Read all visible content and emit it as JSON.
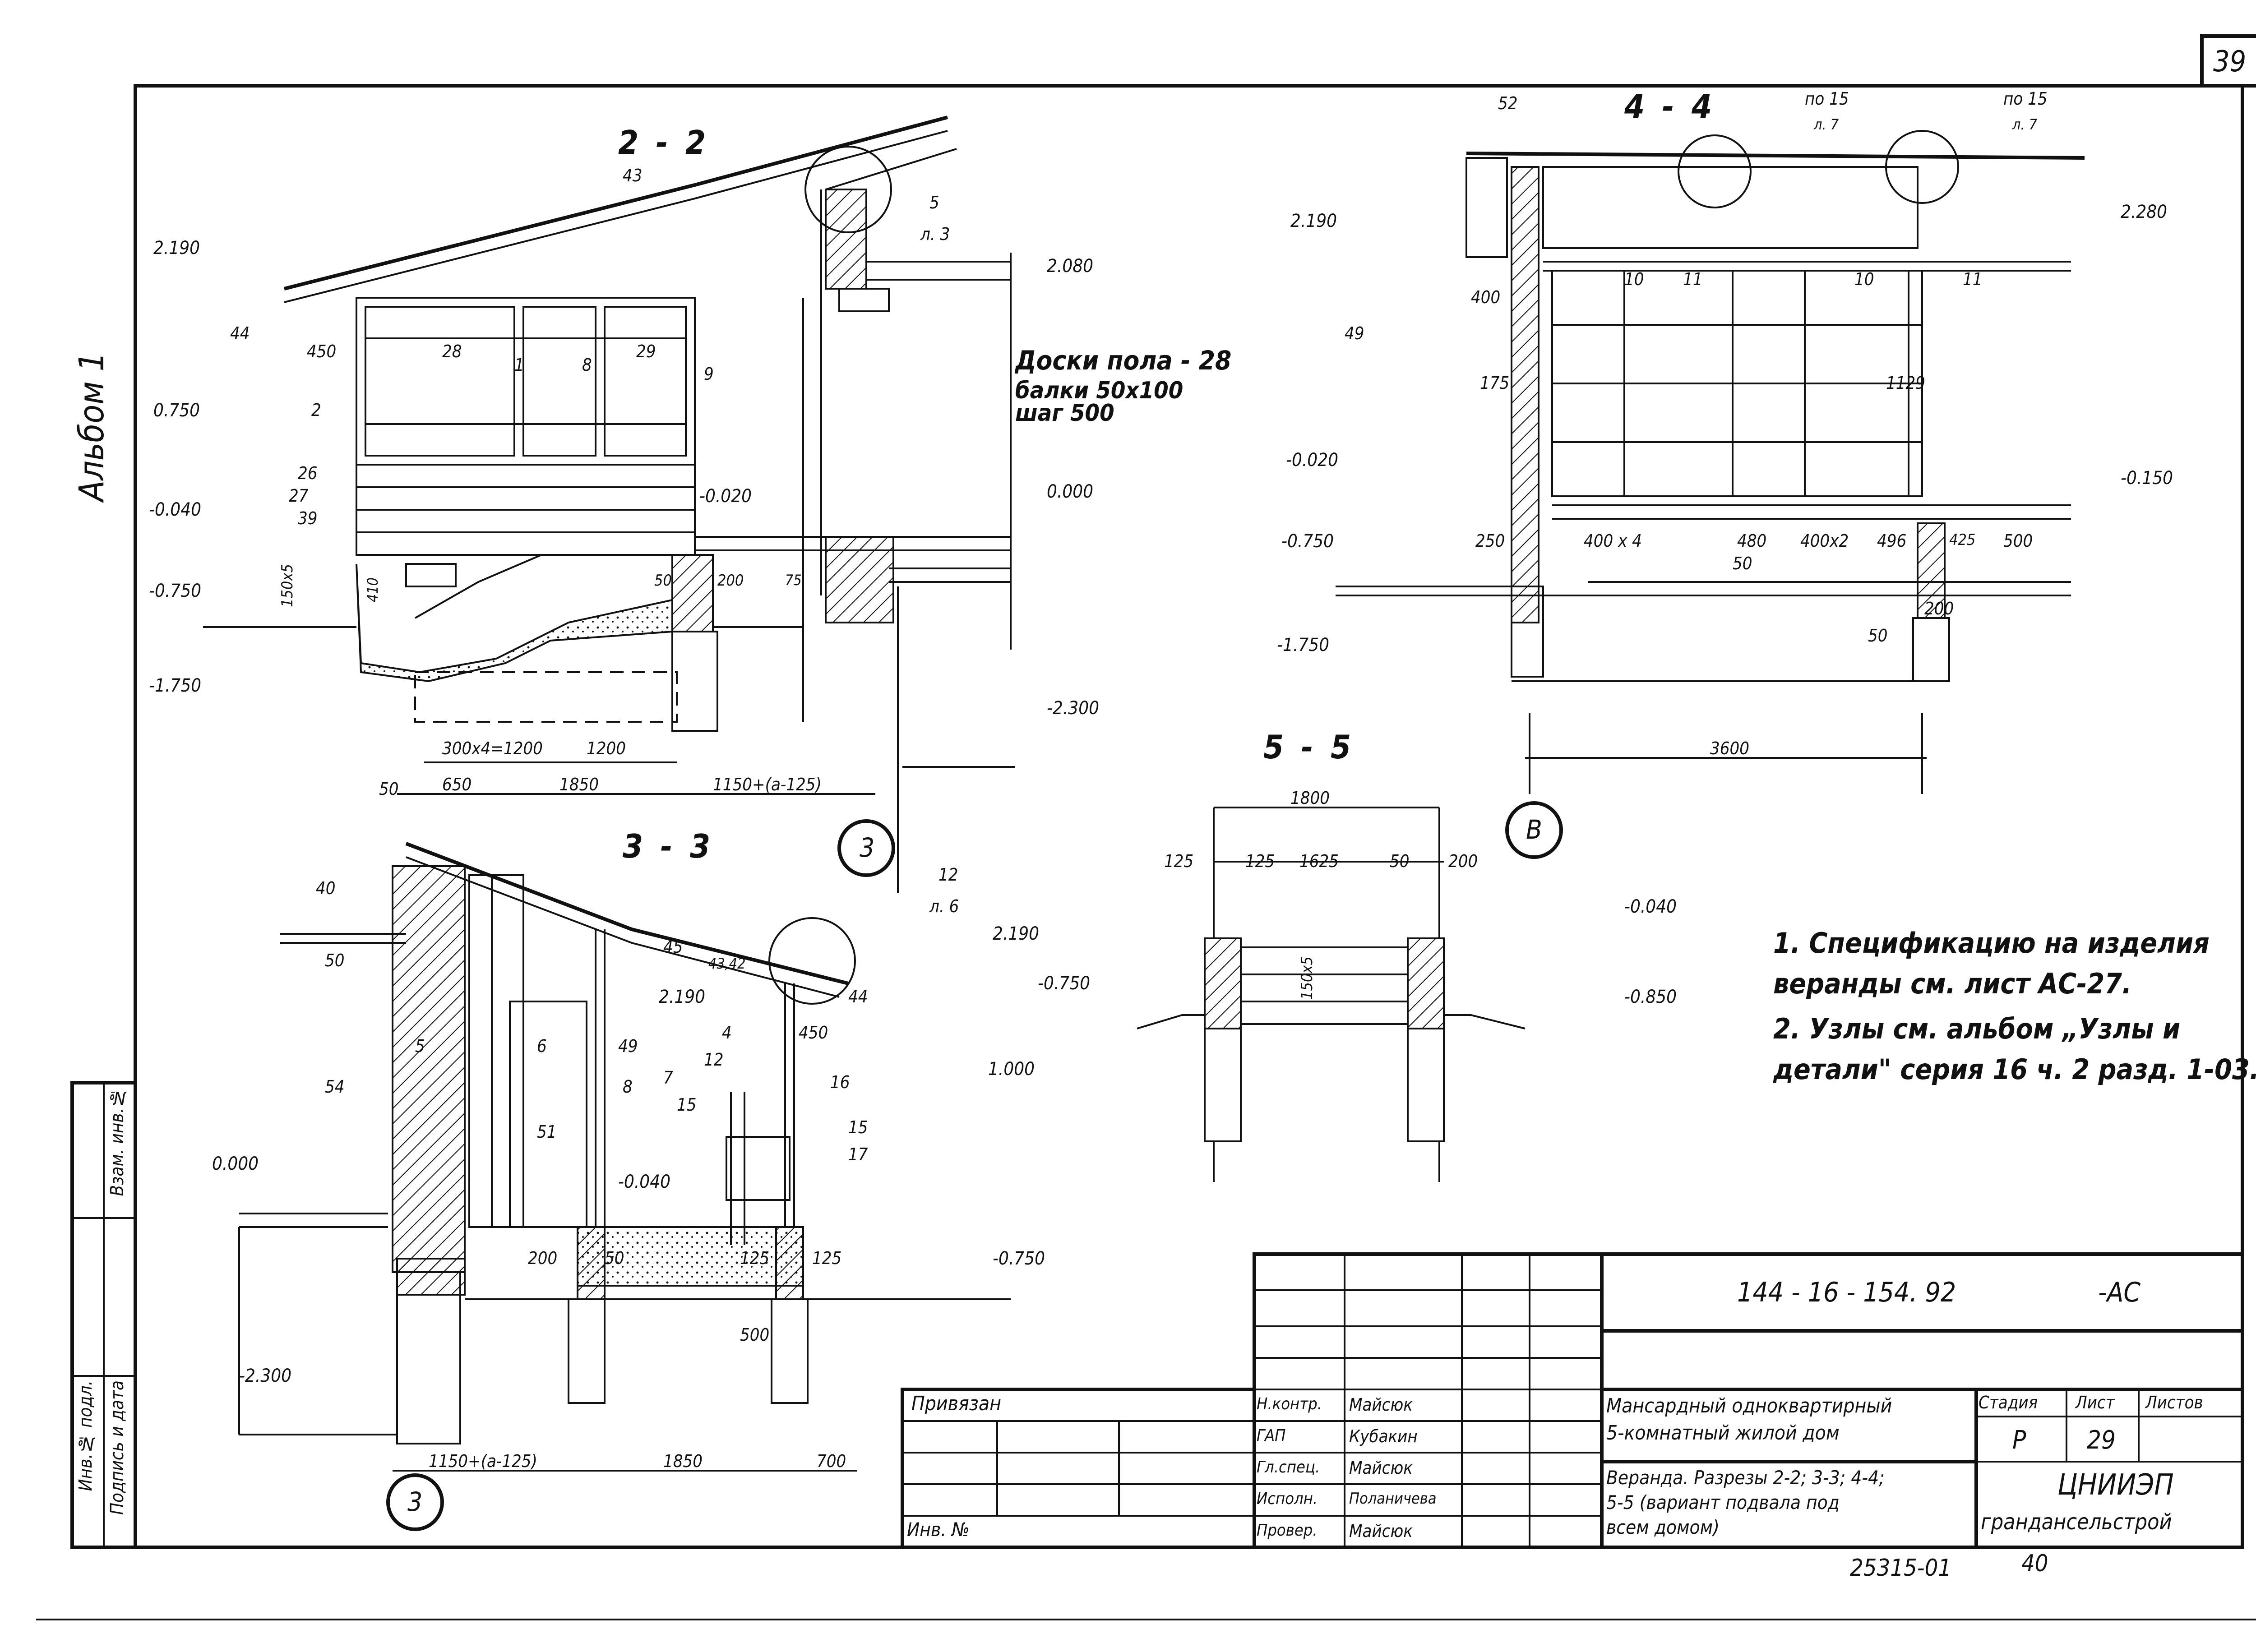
{
  "sheet": {
    "sheet_number": "39",
    "album_label": "Альбом 1",
    "inventory_column": [
      "Инв.№ подл.",
      "Подпись и дата",
      "Взам. инв.№"
    ],
    "inv_no_label": "Инв. №",
    "privyazan": "Привязан",
    "archive_code": "25315-01",
    "archive_sheet": "40"
  },
  "sections": {
    "s22": {
      "title": "2 - 2",
      "levels": [
        "2.190",
        "0.750",
        "-0.040",
        "-0.750",
        "-1.750",
        "2.080",
        "-0.020",
        "0.000",
        "-2.300"
      ],
      "labels": [
        "43",
        "5",
        "л. 3",
        "44",
        "450",
        "28",
        "1",
        "8",
        "29",
        "9",
        "2",
        "26",
        "27",
        "39",
        "150x5",
        "410",
        "50",
        "200",
        "75"
      ],
      "floor_note": [
        "Доски пола - 28",
        "балки 50x100",
        "шаг 500"
      ],
      "dims": [
        "300x4=1200",
        "1200",
        "50",
        "650",
        "1850",
        "1150+(a-125)"
      ],
      "axis": "3"
    },
    "s33": {
      "title": "3 - 3",
      "levels": [
        "0.000",
        "2.190",
        "2.190",
        "1.000",
        "-0.040",
        "-0.750",
        "-2.300"
      ],
      "labels": [
        "40",
        "50",
        "12",
        "л. 6",
        "45",
        "43,42",
        "44",
        "450",
        "5",
        "6",
        "49",
        "4",
        "12",
        "7",
        "8",
        "16",
        "54",
        "51",
        "15",
        "15",
        "17",
        "200",
        "50",
        "125",
        "125",
        "500"
      ],
      "dims": [
        "1150+(a-125)",
        "1850",
        "700"
      ],
      "axis": "3"
    },
    "s44": {
      "title": "4 - 4",
      "levels": [
        "2.190",
        "2.280",
        "-0.020",
        "-0.150",
        "-0.750",
        "-1.750"
      ],
      "labels": [
        "52",
        "по 15",
        "л. 7",
        "по 15",
        "л. 7",
        "400",
        "49",
        "10",
        "11",
        "10",
        "11",
        "175",
        "1129",
        "250",
        "400 x 4",
        "480",
        "50",
        "400x2",
        "496",
        "425",
        "500",
        "200",
        "50"
      ],
      "dims": [
        "3600"
      ],
      "axis": "В"
    },
    "s55": {
      "title": "5 - 5",
      "levels": [
        "-0.040",
        "-0.750",
        "-0.850"
      ],
      "labels": [
        "150x5"
      ],
      "dims": [
        "1800",
        "125",
        "125",
        "1625",
        "50",
        "200"
      ]
    }
  },
  "notes": [
    "1. Спецификацию на изделия",
    "веранды см. лист АС-27.",
    "2. Узлы см. альбом „Узлы и",
    "детали\" серия 16 ч. 2 разд. 1-03."
  ],
  "title_block": {
    "designation": "144 - 16 - 154. 92",
    "suffix": "-АС",
    "project": [
      "Мансардный одноквартирный",
      "5-комнатный жилой дом"
    ],
    "sheet_title": [
      "Веранда. Разрезы 2-2; 3-3; 4-4;",
      "5-5 (вариант подвала под",
      "всем домом)"
    ],
    "stage_header": "Стадия",
    "sheet_header": "Лист",
    "sheets_header": "Листов",
    "stage": "Р",
    "sheet": "29",
    "org": [
      "ЦНИИЭП",
      "грандансельстрой"
    ],
    "roles": [
      {
        "role": "Н.контр.",
        "name": "Майсюк"
      },
      {
        "role": "ГАП",
        "name": "Кубакин"
      },
      {
        "role": "Гл.спец.",
        "name": "Майсюк"
      },
      {
        "role": "Исполн.",
        "name": "Поланичева"
      },
      {
        "role": "Провер.",
        "name": "Майсюк"
      }
    ]
  }
}
